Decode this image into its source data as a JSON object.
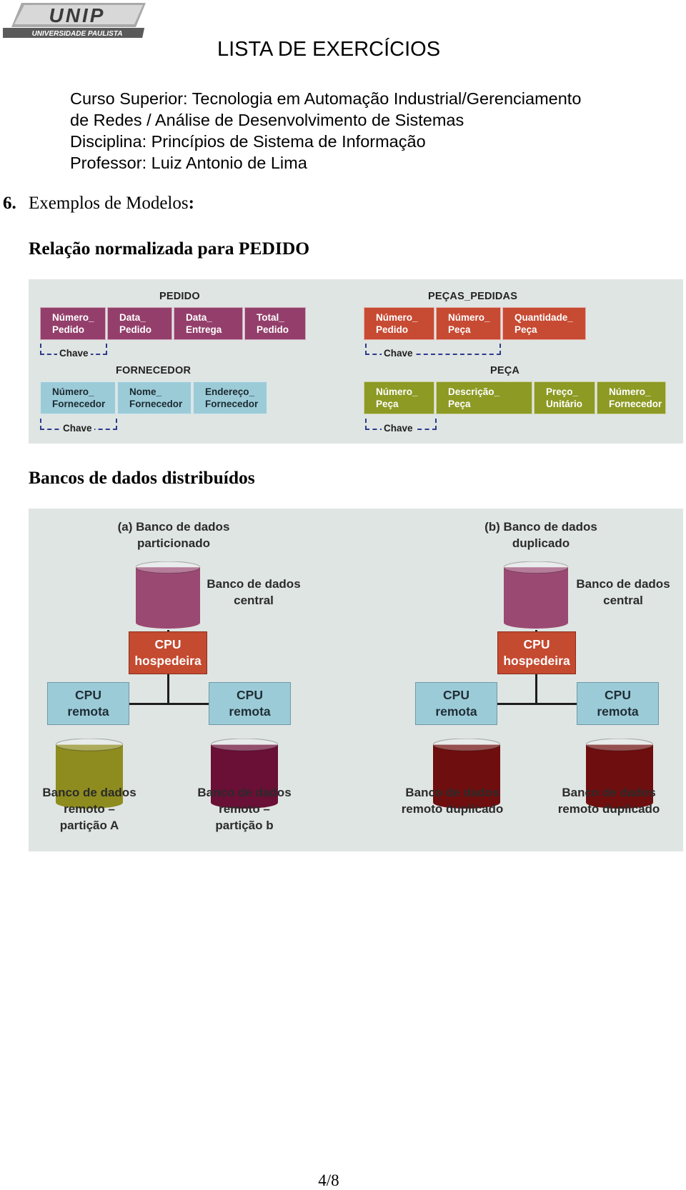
{
  "header": {
    "logo_text": "UNIP",
    "logo_subtext": "UNIVERSIDADE PAULISTA",
    "title": "LISTA DE EXERCÍCIOS",
    "lines": [
      "Curso Superior: Tecnologia em Automação Industrial/Gerenciamento",
      "de Redes / Análise de Desenvolvimento de Sistemas",
      "Disciplina: Princípios de Sistema de Informação",
      "Professor: Luiz Antonio de Lima"
    ]
  },
  "section": {
    "number": "6.",
    "title": "Exemplos de Modelos",
    "colon": ":"
  },
  "subheadings": {
    "normalized": "Relação normalizada para PEDIDO",
    "distributed": "Bancos de dados distribuídos"
  },
  "tables_figure": {
    "key_label": "Chave",
    "pedido": {
      "name": "PEDIDO",
      "fields": [
        [
          "Número_",
          "Pedido"
        ],
        [
          "Data_",
          "Pedido"
        ],
        [
          "Data_",
          "Entrega"
        ],
        [
          "Total_",
          "Pedido"
        ]
      ]
    },
    "pecas_pedidas": {
      "name": "PEÇAS_PEDIDAS",
      "fields": [
        [
          "Número_",
          "Pedido"
        ],
        [
          "Número_",
          "Peça"
        ],
        [
          "Quantidade_",
          "Peça"
        ]
      ]
    },
    "fornecedor": {
      "name": "FORNECEDOR",
      "fields": [
        [
          "Número_",
          "Fornecedor"
        ],
        [
          "Nome_",
          "Fornecedor"
        ],
        [
          "Endereço_",
          "Fornecedor"
        ]
      ]
    },
    "peca": {
      "name": "PEÇA",
      "fields": [
        [
          "Número_",
          "Peça"
        ],
        [
          "Descrição_",
          "Peça"
        ],
        [
          "Preço_",
          "Unitário"
        ],
        [
          "Número_",
          "Fornecedor"
        ]
      ]
    }
  },
  "distributed_figure": {
    "a": {
      "title": [
        "(a) Banco de dados",
        "particionado"
      ],
      "central": [
        "Banco de dados",
        "central"
      ],
      "host": [
        "CPU",
        "hospedeira"
      ],
      "remote": [
        "CPU",
        "remota"
      ],
      "db1": [
        "Banco de dados",
        "remoto –",
        "partição A"
      ],
      "db2": [
        "Banco de dados",
        "remoto –",
        "partição b"
      ]
    },
    "b": {
      "title": [
        "(b) Banco de dados",
        "duplicado"
      ],
      "central": [
        "Banco de dados",
        "central"
      ],
      "host": [
        "CPU",
        "hospedeira"
      ],
      "remote": [
        "CPU",
        "remota"
      ],
      "db1": [
        "Banco de dados",
        "remoto duplicado"
      ],
      "db2": [
        "Banco de dados",
        "remoto duplicado"
      ]
    },
    "colors": {
      "central_db": "#9a4a72",
      "host_cpu": "#c44a30",
      "remote_cpu": "#9ccbd8",
      "partition_a": "#8e8c1e",
      "partition_b": "#6a0f36",
      "duplicate": "#6e0e0e"
    }
  },
  "footer": {
    "page": "4/8"
  }
}
